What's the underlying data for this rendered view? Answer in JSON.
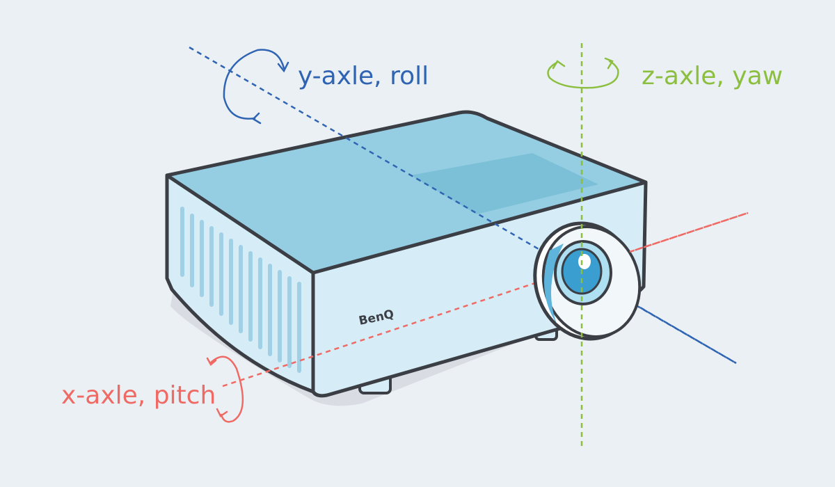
{
  "labels": {
    "roll": "y-axle, roll",
    "yaw": "z-axle, yaw",
    "pitch": "x-axle, pitch",
    "brand": "BenQ"
  },
  "colors": {
    "background": "#eaf0f4",
    "roll": "#2f64b3",
    "yaw": "#8cbf3f",
    "pitch": "#ef6a64",
    "outline": "#3b3f45",
    "top_face": "#95cee3",
    "side_face": "#d6ecf6",
    "lens": "#3a9fd0"
  }
}
